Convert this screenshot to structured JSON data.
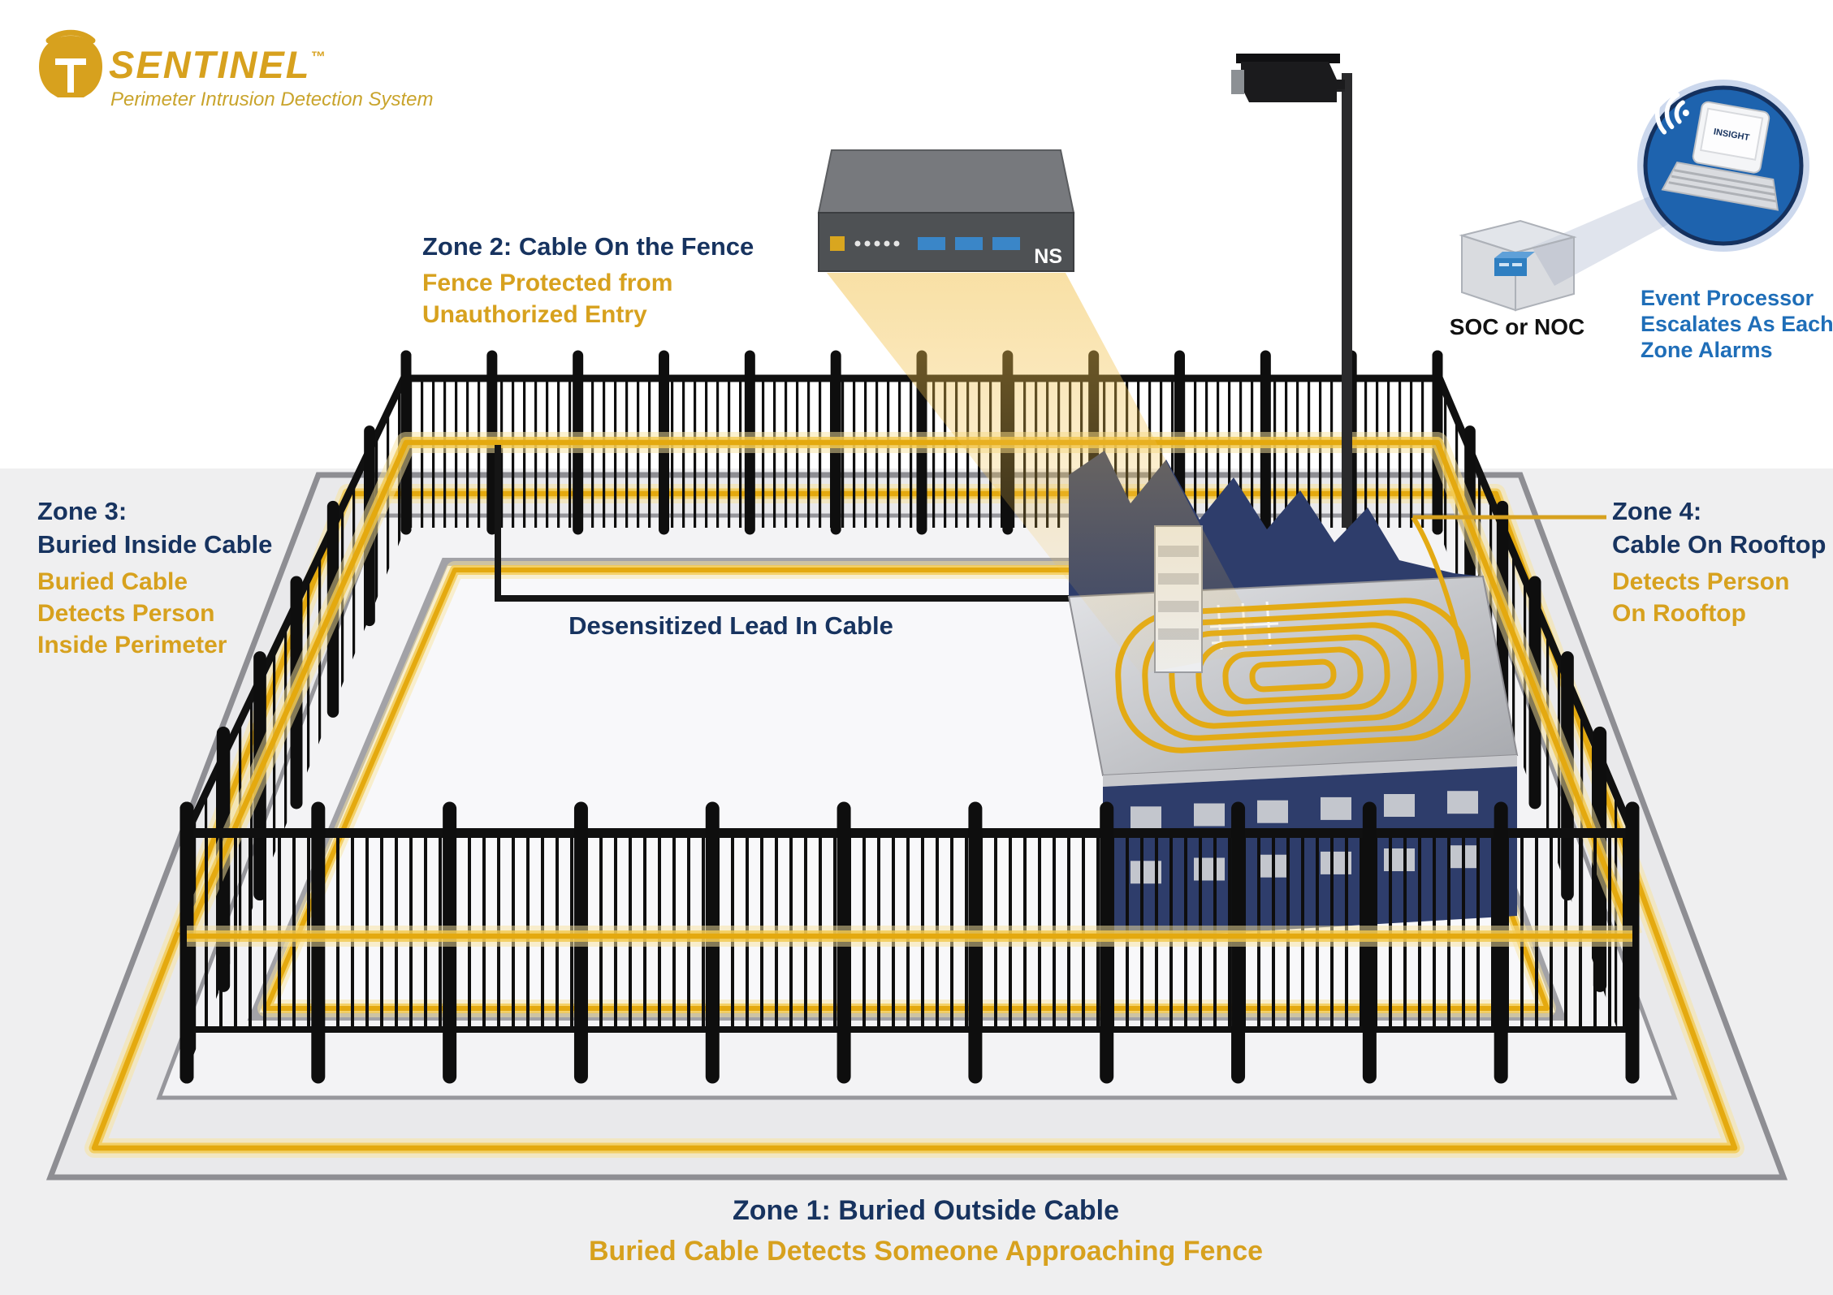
{
  "logo": {
    "brand": "SENTINEL",
    "tm": "™",
    "tagline": "Perimeter Intrusion Detection System"
  },
  "appliance": {
    "label": "NS"
  },
  "insight": {
    "label": "INSIGHT"
  },
  "soc": {
    "label": "SOC or NOC"
  },
  "event_processor": {
    "lines": [
      "Event Processor",
      "Escalates As Each",
      "Zone Alarms"
    ]
  },
  "zone1": {
    "title": "Zone 1: Buried Outside Cable",
    "subtitle": "Buried Cable Detects Someone Approaching Fence"
  },
  "zone2": {
    "title": "Zone 2: Cable On the Fence",
    "subtitle_lines": [
      "Fence Protected from",
      "Unauthorized Entry"
    ]
  },
  "zone3": {
    "title_lines": [
      "Zone 3:",
      "Buried Inside Cable"
    ],
    "subtitle_lines": [
      "Buried Cable",
      "Detects Person",
      "Inside Perimeter"
    ]
  },
  "zone4": {
    "title_lines": [
      "Zone 4:",
      "Cable On Rooftop"
    ],
    "subtitle_lines": [
      "Detects Person",
      "On Rooftop"
    ]
  },
  "lead_in": {
    "label": "Desensitized Lead In Cable"
  },
  "colors": {
    "gold_text": "#D7A11E",
    "cable_gold": "#E4A90F",
    "navy_text": "#17335F",
    "blue_text": "#1F6EB8",
    "building_navy": "#2E3D6B",
    "fence_black": "#0E0E0E",
    "ground_gray": "#EFEFF0"
  },
  "icons": {
    "logo": "spartan-helmet-icon",
    "camera": "cctv-camera-icon",
    "processor": "network-appliance-icon",
    "soc": "server-room-box-icon",
    "event": "laptop-wifi-icon"
  }
}
